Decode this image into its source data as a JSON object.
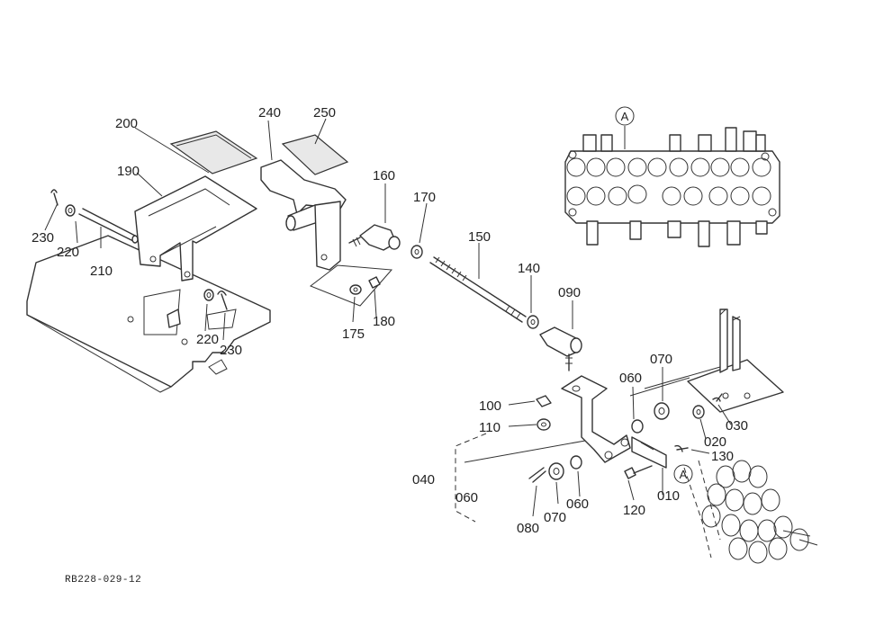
{
  "drawing_code": "RB228-029-12",
  "view_marker": "A",
  "parts": {
    "p010": "010",
    "p020": "020",
    "p030": "030",
    "p040": "040",
    "p060a": "060",
    "p060b": "060",
    "p060c": "060",
    "p070a": "070",
    "p070b": "070",
    "p080": "080",
    "p090": "090",
    "p100": "100",
    "p110": "110",
    "p120": "120",
    "p130": "130",
    "p140": "140",
    "p150": "150",
    "p160": "160",
    "p170": "170",
    "p175": "175",
    "p180": "180",
    "p190": "190",
    "p200": "200",
    "p210": "210",
    "p220a": "220",
    "p220b": "220",
    "p230a": "230",
    "p230b": "230",
    "p240": "240",
    "p250": "250"
  }
}
